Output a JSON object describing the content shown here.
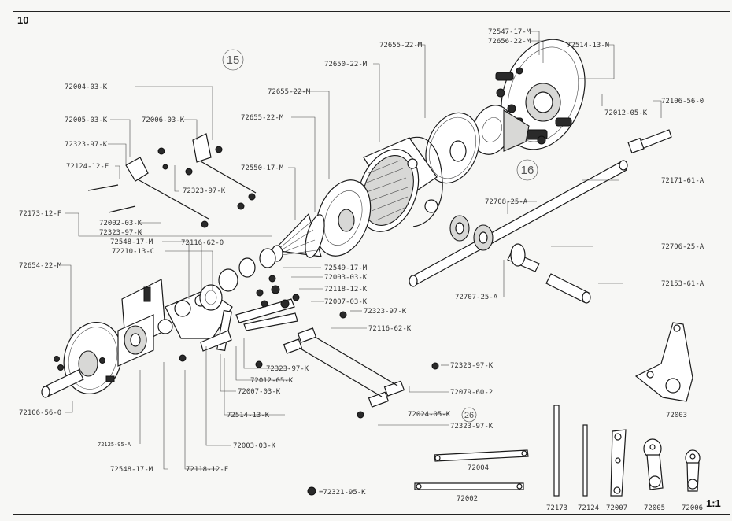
{
  "page": {
    "number": "10",
    "scale": "1:1",
    "group_numbers": [
      "15",
      "16",
      "26"
    ]
  },
  "labels": {
    "l72004": "72004-03-K",
    "l72005": "72005-03-K",
    "l72006": "72006-03-K",
    "l72323a": "72323-97-K",
    "l72124": "72124-12-F",
    "l72323b": "72323-97-K",
    "l72173": "72173-12-F",
    "l72002": "72002-03-K",
    "l72323c": "72323-97-K",
    "l72548": "72548-17-M",
    "l72210": "72210-13-C",
    "l72116": "72116-62-0",
    "l72654": "72654-22-M",
    "l72655a": "72655-22-M",
    "l72655b": "72655-22-M",
    "l72550": "72550-17-M",
    "l72650": "72650-22-M",
    "l72655c": "72655-22-M",
    "l72547": "72547-17-M",
    "l72656": "72656-22-M",
    "l72514a": "72514-13-N",
    "l72012a": "72012-05-K",
    "l72106a": "72106-56-0",
    "l72171": "72171-61-A",
    "l72708": "72708-25-A",
    "l72706": "72706-25-A",
    "l72153": "72153-61-A",
    "l72707": "72707-25-A",
    "l72549": "72549-17-M",
    "l72003a": "72003-03-K",
    "l72118a": "72118-12-K",
    "l72007a": "72007-03-K",
    "l72323d": "72323-97-K",
    "l72116b": "72116-62-K",
    "l72323e": "72323-97-K",
    "l72012b": "72012-05-K",
    "l72007b": "72007-03-K",
    "l72323f": "72323-97-K",
    "l72079": "72079-60-2",
    "l72024": "72024-05-K",
    "l72323g": "72323-97-K",
    "l72514b": "72514-13-K",
    "l72003b": "72003-03-K",
    "l72125": "72125-95-A",
    "l72548b": "72548-17-M",
    "l72118b": "72118-12-F",
    "l72106b": "72106-56-0",
    "legend": "=72321-95-K"
  },
  "part_captions": {
    "c72003": "72003",
    "c72004": "72004",
    "c72002": "72002",
    "c72173": "72173",
    "c72124": "72124",
    "c72007": "72007",
    "c72005": "72005",
    "c72006": "72006"
  }
}
